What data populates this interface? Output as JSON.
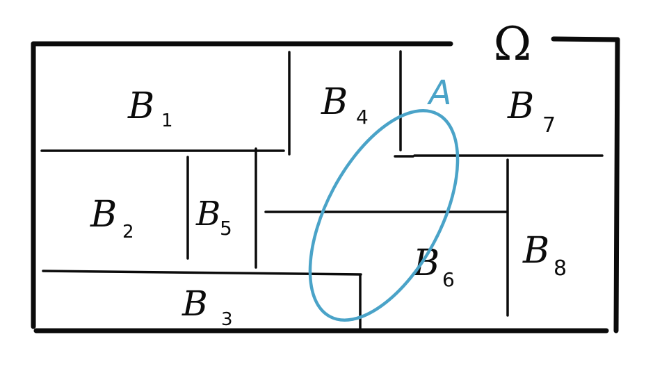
{
  "domain_symbol": "Ω",
  "set_label": "A",
  "regions": [
    {
      "key": "b1",
      "letter": "B",
      "index": "1"
    },
    {
      "key": "b2",
      "letter": "B",
      "index": "2"
    },
    {
      "key": "b3",
      "letter": "B",
      "index": "3"
    },
    {
      "key": "b4",
      "letter": "B",
      "index": "4"
    },
    {
      "key": "b5",
      "letter": "B",
      "index": "5"
    },
    {
      "key": "b6",
      "letter": "B",
      "index": "6"
    },
    {
      "key": "b7",
      "letter": "B",
      "index": "7"
    },
    {
      "key": "b8",
      "letter": "B",
      "index": "8"
    }
  ],
  "colors": {
    "ink": "#0b0b0b",
    "set_outline": "#4aa3c8",
    "background": "#ffffff"
  }
}
